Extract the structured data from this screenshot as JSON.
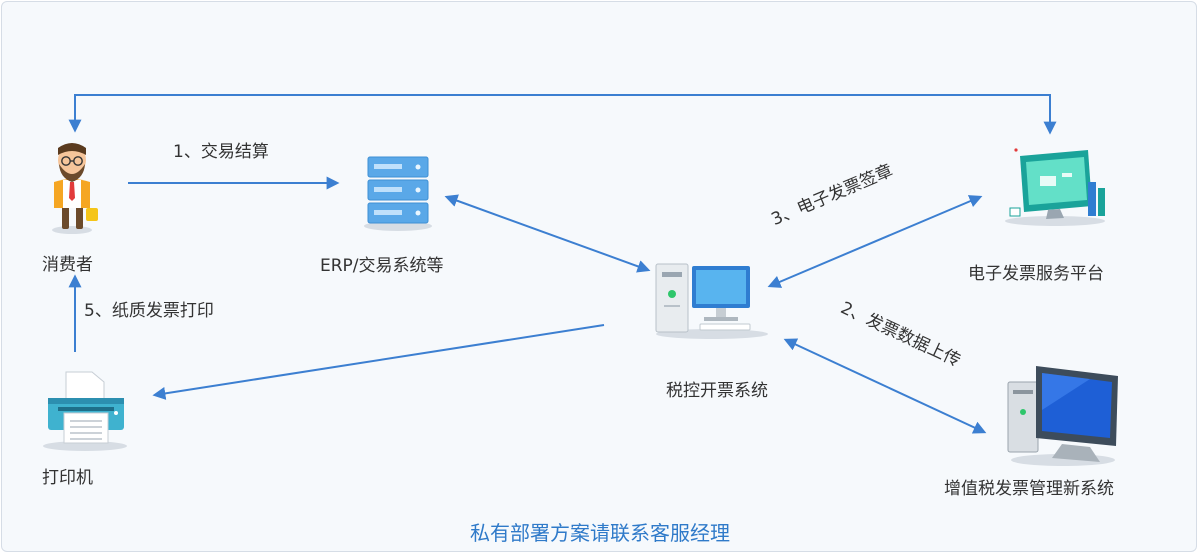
{
  "nodes": {
    "consumer": "消费者",
    "erp": "ERP/交易系统等",
    "tax_system": "税控开票系统",
    "einvoice_platform": "电子发票服务平台",
    "vat_system": "增值税发票管理新系统",
    "printer": "打印机"
  },
  "flows": {
    "step1": "1、交易结算",
    "step2": "2、发票数据上传",
    "step3": "3、电子发票签章",
    "step5": "5、纸质发票打印"
  },
  "footer": "私有部署方案请联系客服经理",
  "colors": {
    "arrow": "#3c7fd1",
    "footer_text": "#2f7ac9",
    "server_blue": "#5aa8e8",
    "monitor_teal": "#1aa39a"
  }
}
